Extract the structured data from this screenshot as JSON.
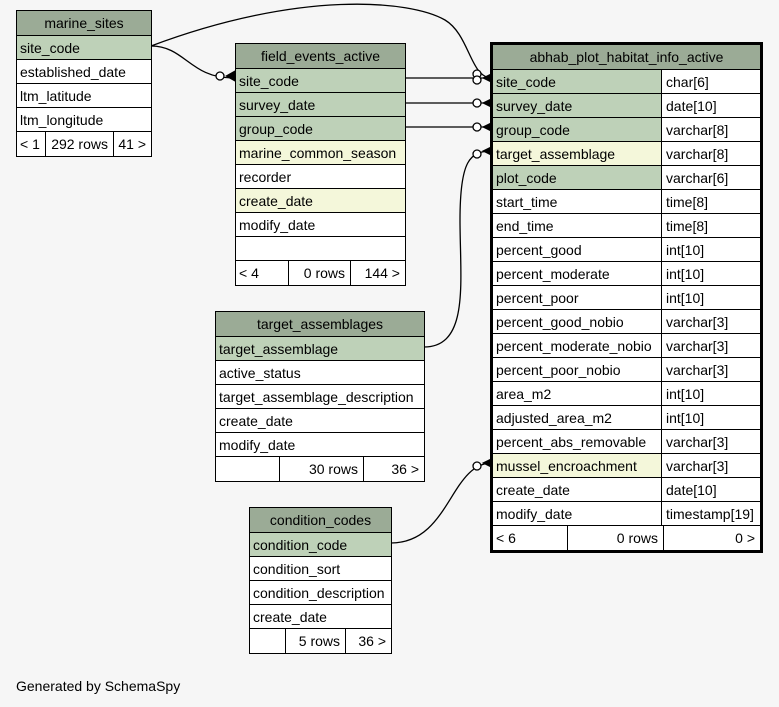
{
  "tables": {
    "marine_sites": {
      "name": "marine_sites",
      "columns": [
        "site_code",
        "established_date",
        "ltm_latitude",
        "ltm_longitude"
      ],
      "footer": [
        "< 1",
        "292 rows",
        "41 >"
      ]
    },
    "field_events_active": {
      "name": "field_events_active",
      "columns": [
        "site_code",
        "survey_date",
        "group_code",
        "marine_common_season",
        "recorder",
        "create_date",
        "modify_date"
      ],
      "footer": [
        "< 4",
        "0 rows",
        "144 >"
      ]
    },
    "target_assemblages": {
      "name": "target_assemblages",
      "columns": [
        "target_assemblage",
        "active_status",
        "target_assemblage_description",
        "create_date",
        "modify_date"
      ],
      "footer": [
        "",
        "30 rows",
        "36 >"
      ]
    },
    "condition_codes": {
      "name": "condition_codes",
      "columns": [
        "condition_code",
        "condition_sort",
        "condition_description",
        "create_date"
      ],
      "footer": [
        "",
        "5 rows",
        "36 >"
      ]
    },
    "abhab": {
      "name": "abhab_plot_habitat_info_active",
      "columns": [
        {
          "name": "site_code",
          "type": "char[6]"
        },
        {
          "name": "survey_date",
          "type": "date[10]"
        },
        {
          "name": "group_code",
          "type": "varchar[8]"
        },
        {
          "name": "target_assemblage",
          "type": "varchar[8]"
        },
        {
          "name": "plot_code",
          "type": "varchar[6]"
        },
        {
          "name": "start_time",
          "type": "time[8]"
        },
        {
          "name": "end_time",
          "type": "time[8]"
        },
        {
          "name": "percent_good",
          "type": "int[10]"
        },
        {
          "name": "percent_moderate",
          "type": "int[10]"
        },
        {
          "name": "percent_poor",
          "type": "int[10]"
        },
        {
          "name": "percent_good_nobio",
          "type": "varchar[3]"
        },
        {
          "name": "percent_moderate_nobio",
          "type": "varchar[3]"
        },
        {
          "name": "percent_poor_nobio",
          "type": "varchar[3]"
        },
        {
          "name": "area_m2",
          "type": "int[10]"
        },
        {
          "name": "adjusted_area_m2",
          "type": "int[10]"
        },
        {
          "name": "percent_abs_removable",
          "type": "varchar[3]"
        },
        {
          "name": "mussel_encroachment",
          "type": "varchar[3]"
        },
        {
          "name": "create_date",
          "type": "date[10]"
        },
        {
          "name": "modify_date",
          "type": "timestamp[19]"
        }
      ],
      "footer": [
        "< 6",
        "0 rows",
        "0 >"
      ]
    }
  },
  "footer_text": "Generated by SchemaSpy",
  "colors": {
    "header": "#9bab96",
    "key_row": "#bed1b8",
    "foreign_row": "#f4f7da",
    "background": "#f6f6f6"
  }
}
